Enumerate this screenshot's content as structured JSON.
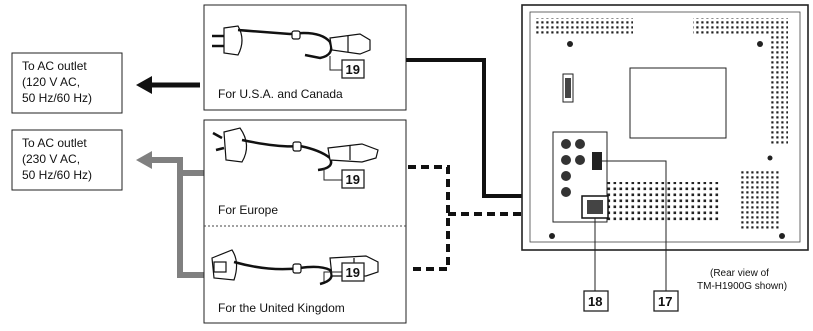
{
  "outlet_120": {
    "line1": "To AC outlet",
    "line2": "(120 V AC,",
    "line3": "50 Hz/60 Hz)"
  },
  "outlet_230": {
    "line1": "To AC outlet",
    "line2": "(230 V AC,",
    "line3": "50 Hz/60 Hz)"
  },
  "cords": {
    "usa": "For U.S.A. and Canada",
    "europe": "For Europe",
    "uk": "For the United Kingdom"
  },
  "callouts": {
    "cord": "19",
    "inlet": "18",
    "switch": "17"
  },
  "caption": {
    "line1": "(Rear view of",
    "line2": "TM-H1900G shown)"
  }
}
